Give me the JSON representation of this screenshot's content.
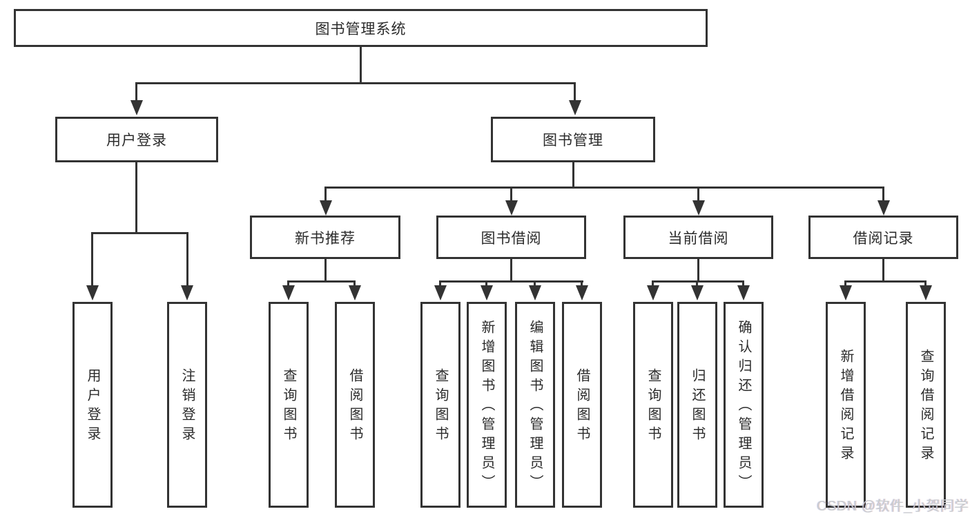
{
  "tree": {
    "root": "图书管理系统",
    "children": [
      {
        "label": "用户登录",
        "children": [
          "用户登录",
          "注销登录"
        ]
      },
      {
        "label": "图书管理",
        "children": [
          {
            "label": "新书推荐",
            "children": [
              "查询图书",
              "借阅图书"
            ]
          },
          {
            "label": "图书借阅",
            "children": [
              "查询图书",
              "新增图书（管理员）",
              "编辑图书（管理员）",
              "借阅图书"
            ]
          },
          {
            "label": "当前借阅",
            "children": [
              "查询图书",
              "归还图书",
              "确认归还（管理员）"
            ]
          },
          {
            "label": "借阅记录",
            "children": [
              "新增借阅记录",
              "查询借阅记录"
            ]
          }
        ]
      }
    ]
  },
  "watermark": "CSDN @软件_小贺同学",
  "colors": {
    "line": "#333333",
    "text": "#2b2b2b",
    "background": "#ffffff",
    "watermark": "#c9cdd0"
  }
}
